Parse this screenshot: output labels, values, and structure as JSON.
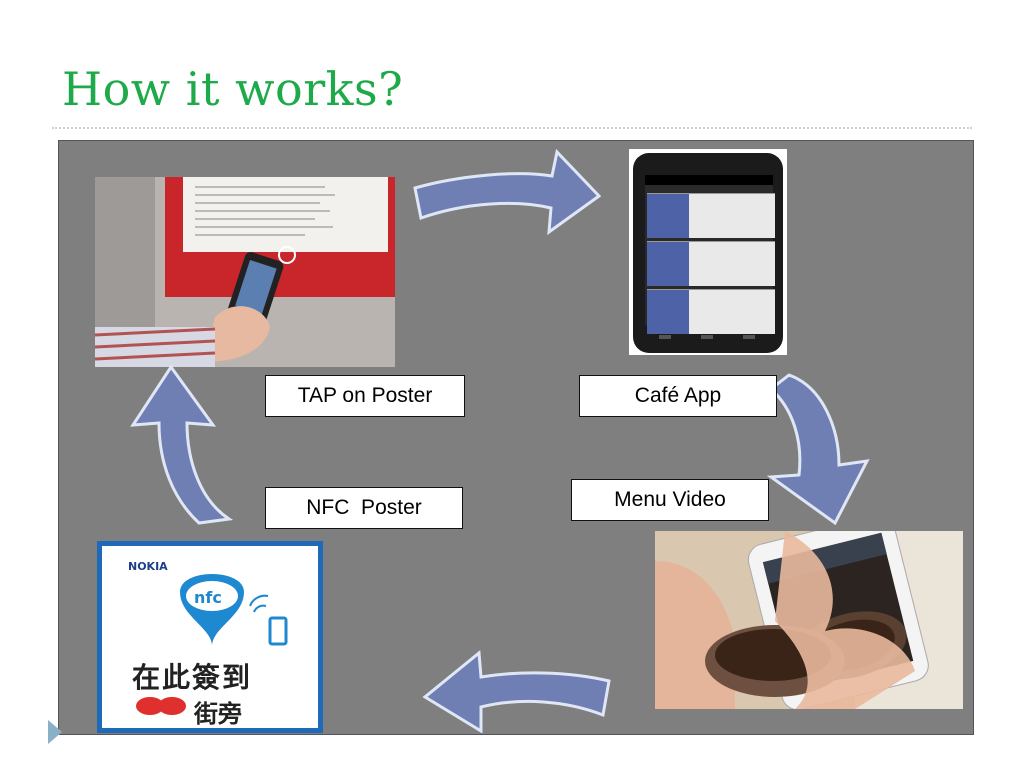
{
  "slide": {
    "title": "How it works?"
  },
  "labels": {
    "tap_on_poster": "TAP on Poster",
    "cafe_app": "Café App",
    "nfc_poster": "NFC  Poster",
    "menu_video": "Menu Video"
  },
  "sticker": {
    "brand": "NOKIA",
    "nfc_text": "nfc",
    "chinese_text": "在此簽到",
    "logo_text": "街旁"
  },
  "colors": {
    "title": "#1faa4a",
    "panel": "#7f7f7f",
    "arrow_fill": "#6f7fb3",
    "arrow_stroke": "#dfe6f5",
    "nfc_blue": "#1e88d0"
  }
}
